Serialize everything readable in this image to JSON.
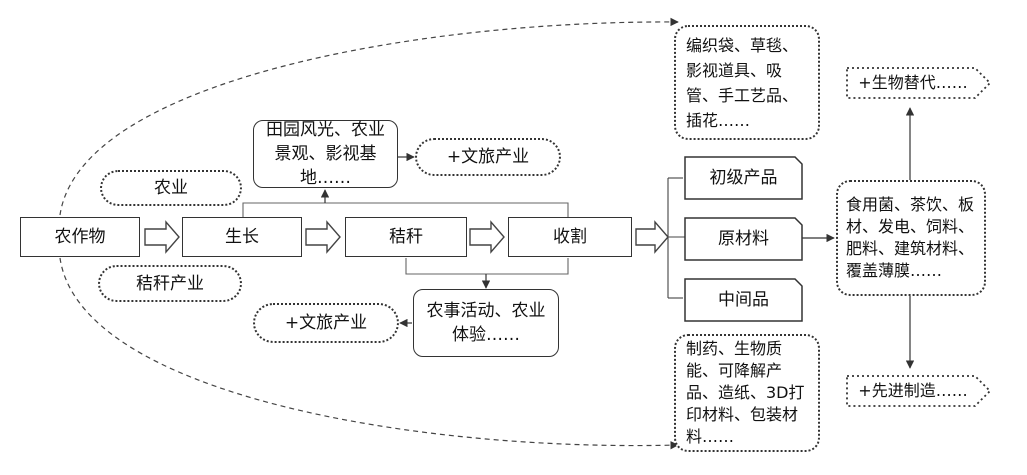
{
  "nodes": {
    "crop": "农作物",
    "growth": "生长",
    "straw": "秸秆",
    "harvest": "收割",
    "agriculture": "农业",
    "straw_industry": "秸秆产业",
    "scenery": "田园风光、农业景观、影视基地……",
    "culture_tourism_top": "+文旅产业",
    "farm_activity": "农事活动、农业体验……",
    "culture_tourism_bottom": "+文旅产业",
    "primary_product": "初级产品",
    "raw_material": "原材料",
    "intermediate": "中间品",
    "weaving_uses": "编织袋、草毯、影视道具、吸管、手工艺品、插花……",
    "pharma_uses": "制药、生物质能、可降解产品、造纸、3D打印材料、包装材料……",
    "raw_uses": "食用菌、茶饮、板材、发电、饲料、肥料、建筑材料、覆盖薄膜……",
    "bio_substitute": "+生物替代……",
    "advanced_mfg": "+先进制造……"
  }
}
